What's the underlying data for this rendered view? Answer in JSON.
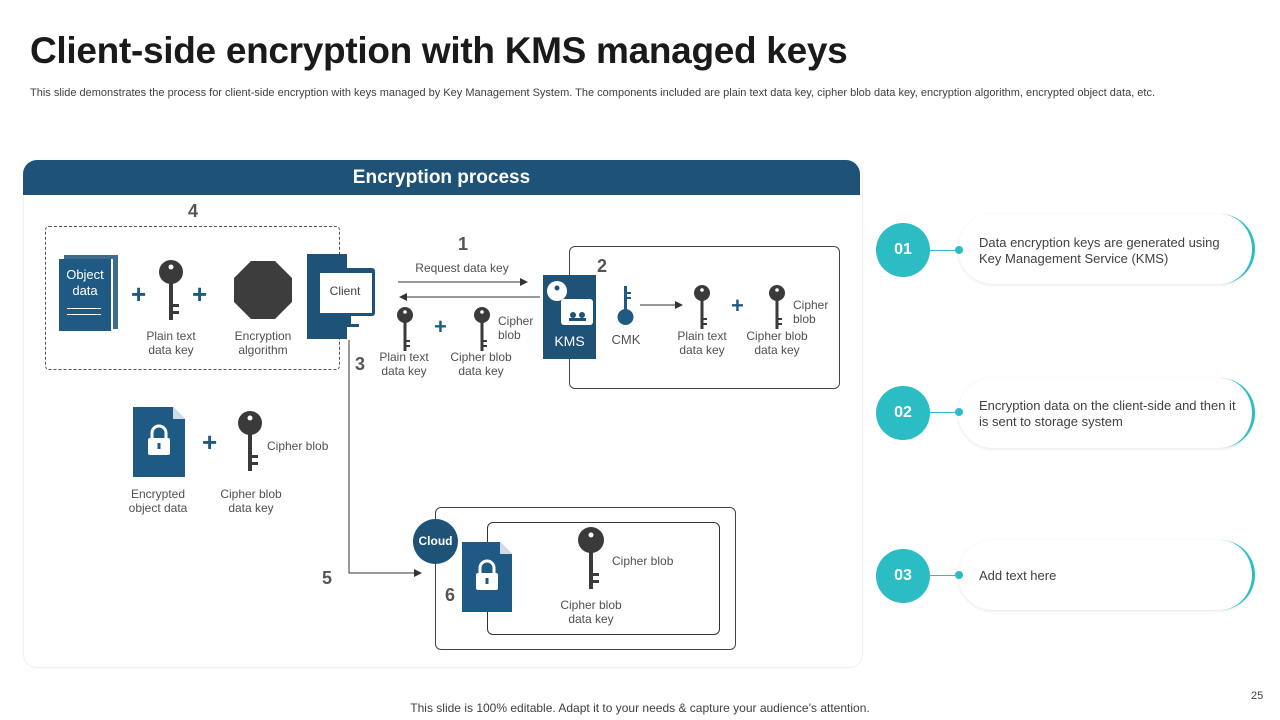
{
  "slide": {
    "title": "Client-side encryption with KMS managed keys",
    "subtitle": "This slide demonstrates the process for client-side encryption with keys managed by Key Management System. The components included are plain text data key, cipher blob data key, encryption algorithm, encrypted object data, etc.",
    "footer": "This slide is 100% editable. Adapt it to your needs & capture your audience’s attention.",
    "page_number": "25"
  },
  "diagram": {
    "header": "Encryption process",
    "step_numbers": {
      "s1": "1",
      "s2": "2",
      "s3": "3",
      "s4": "4",
      "s5": "5",
      "s6": "6"
    },
    "group4": {
      "object_data": "Object data",
      "plain_key": "Plain text data key",
      "algorithm": "Encryption algorithm"
    },
    "client": "Client",
    "request_label": "Request data key",
    "response_keys": {
      "plain": "Plain text data key",
      "cipher_blob": "Cipher blob",
      "cipher_blob_key": "Cipher blob data key"
    },
    "kms_group": {
      "kms": "KMS",
      "cmk": "CMK",
      "plain": "Plain text data key",
      "cipher_blob_key": "Cipher blob data key",
      "cipher_blob": "Cipher blob"
    },
    "encrypted": {
      "object": "Encrypted object data",
      "cipher_blob": "Cipher blob",
      "cipher_blob_key": "Cipher blob data key"
    },
    "cloud": {
      "label": "Cloud",
      "cipher_blob": "Cipher blob",
      "cipher_blob_key": "Cipher blob data key"
    }
  },
  "steps": [
    {
      "num": "01",
      "text": "Data encryption keys are generated using Key Management Service (KMS)"
    },
    {
      "num": "02",
      "text": "Encryption data on the client-side and then it is sent to storage system"
    },
    {
      "num": "03",
      "text": "Add text here"
    }
  ],
  "colors": {
    "navy": "#1f5277",
    "teal": "#2bbcc4",
    "key_dark": "#3a3a3a",
    "icon_blue": "#1f5a85"
  }
}
